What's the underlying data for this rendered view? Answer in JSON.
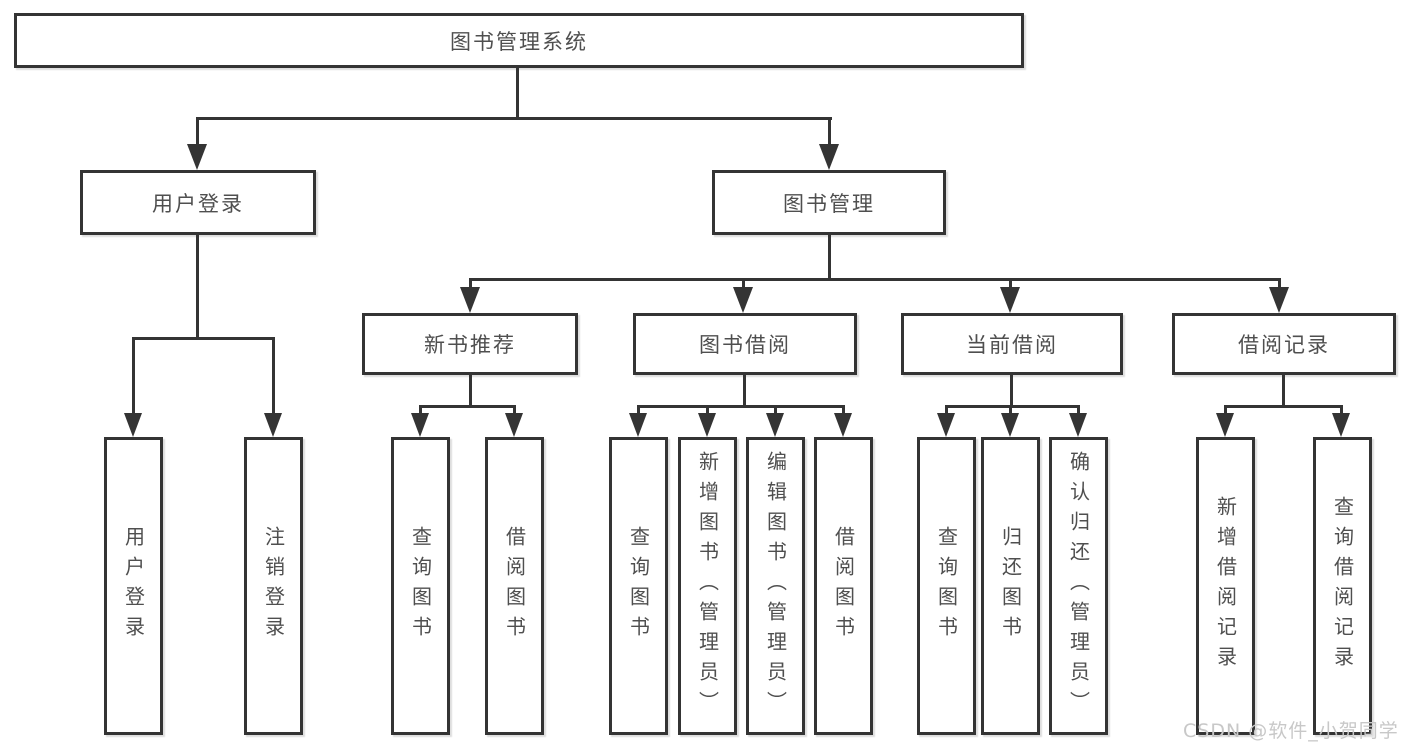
{
  "diagram": {
    "root": {
      "label": "图书管理系统"
    },
    "level2": [
      {
        "label": "用户登录"
      },
      {
        "label": "图书管理"
      }
    ],
    "level3": [
      {
        "label": "新书推荐",
        "parent": "图书管理"
      },
      {
        "label": "图书借阅",
        "parent": "图书管理"
      },
      {
        "label": "当前借阅",
        "parent": "图书管理"
      },
      {
        "label": "借阅记录",
        "parent": "图书管理"
      }
    ],
    "leaves": [
      {
        "label": "用户登录",
        "parent": "用户登录"
      },
      {
        "label": "注销登录",
        "parent": "用户登录"
      },
      {
        "label": "查询图书",
        "parent": "新书推荐"
      },
      {
        "label": "借阅图书",
        "parent": "新书推荐"
      },
      {
        "label": "查询图书",
        "parent": "图书借阅"
      },
      {
        "label": "新增图书（管理员）",
        "parent": "图书借阅"
      },
      {
        "label": "编辑图书（管理员）",
        "parent": "图书借阅"
      },
      {
        "label": "借阅图书",
        "parent": "图书借阅"
      },
      {
        "label": "查询图书",
        "parent": "当前借阅"
      },
      {
        "label": "归还图书",
        "parent": "当前借阅"
      },
      {
        "label": "确认归还（管理员）",
        "parent": "当前借阅"
      },
      {
        "label": "新增借阅记录",
        "parent": "借阅记录"
      },
      {
        "label": "查询借阅记录",
        "parent": "借阅记录"
      }
    ]
  },
  "watermark": {
    "text": "CSDN @软件_小贺同学"
  },
  "colors": {
    "line": "#343434",
    "box-border": "#343434",
    "text": "#4f4f4f",
    "watermark": "#c8c8c8",
    "background": "#ffffff"
  }
}
